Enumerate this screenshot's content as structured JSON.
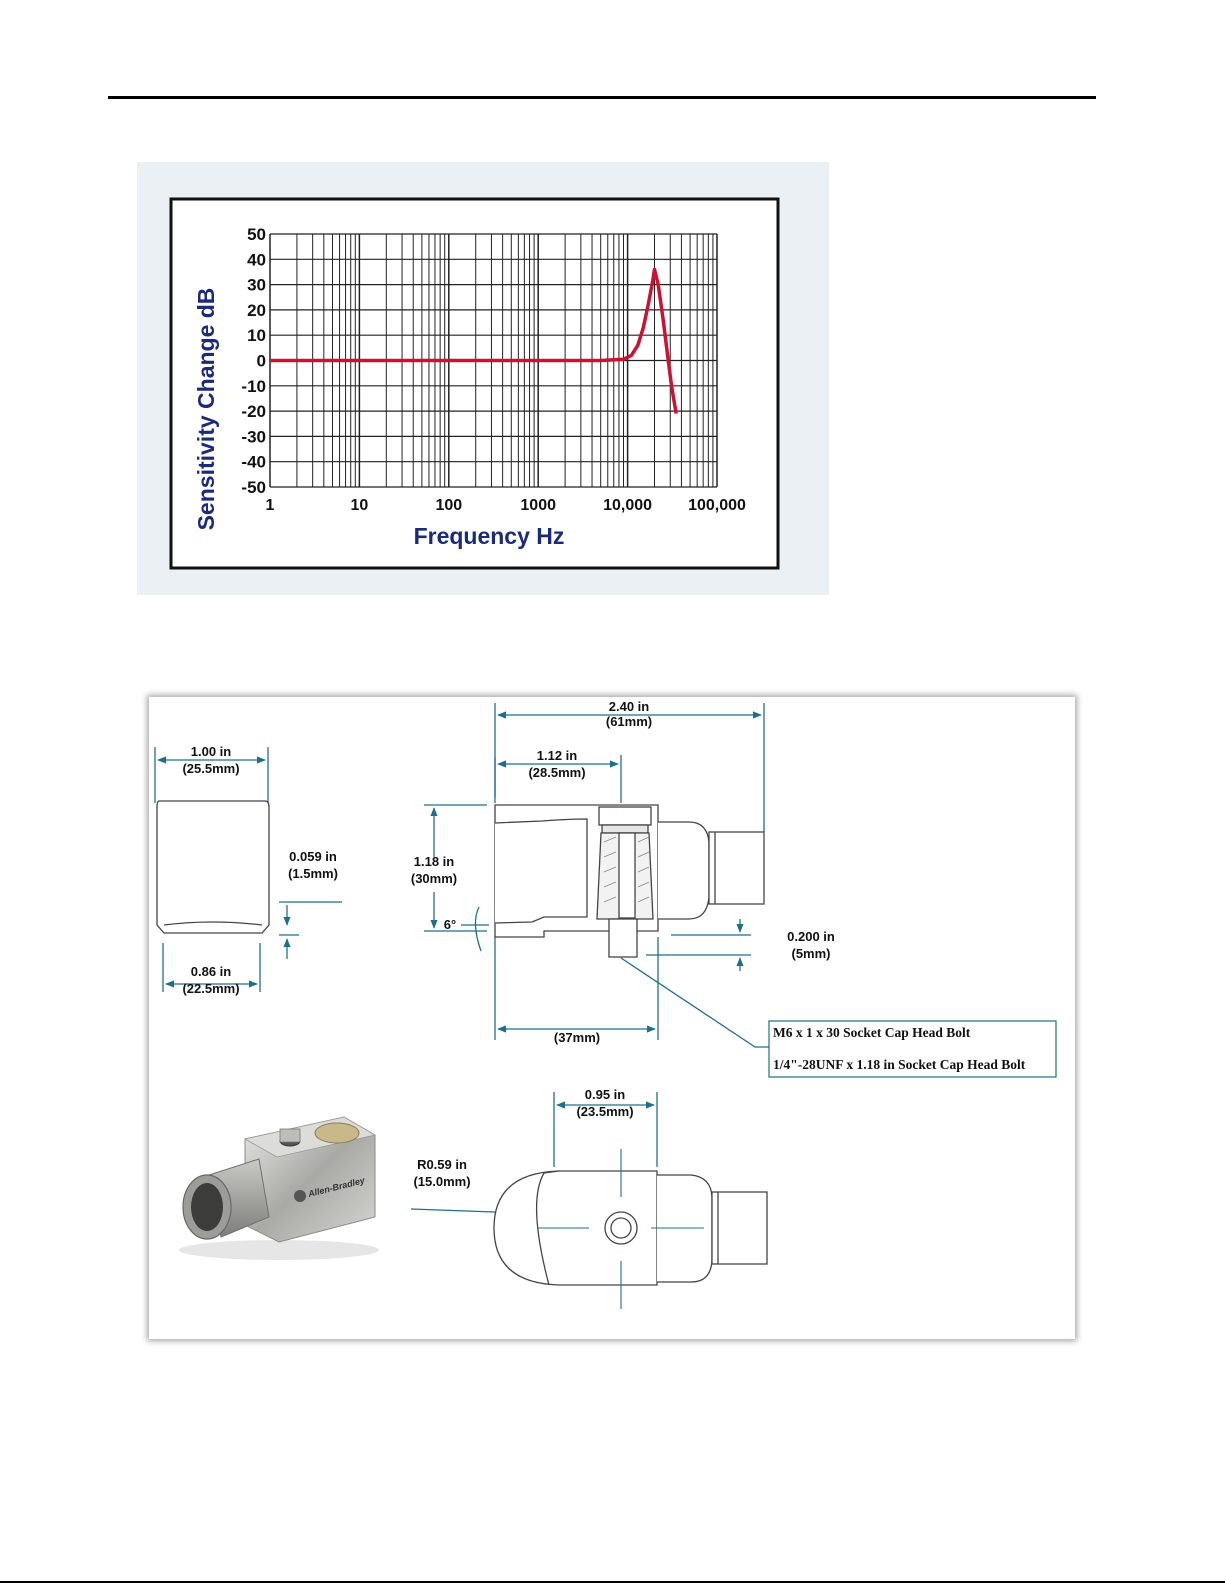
{
  "chart_data": {
    "type": "line",
    "xscale": "log",
    "ylabel": "Sensitivity Change dB",
    "xlabel": "Frequency Hz",
    "xlim": [
      1,
      100000
    ],
    "ylim": [
      -50,
      50
    ],
    "grid": true,
    "x_ticks": [
      "1",
      "10",
      "100",
      "1000",
      "10,000",
      "100,000"
    ],
    "y_ticks": [
      "50",
      "40",
      "30",
      "20",
      "10",
      "0",
      "-10",
      "-20",
      "-30",
      "-40",
      "-50"
    ],
    "series": [
      {
        "color": "#cc1133",
        "x": [
          1,
          5000,
          9000,
          11000,
          13000,
          15000,
          17000,
          19000,
          20000,
          22000,
          25000,
          28000,
          31000,
          35000
        ],
        "y": [
          0,
          0,
          0.5,
          2,
          6,
          13,
          22,
          31,
          36,
          30,
          16,
          2,
          -10,
          -21
        ]
      }
    ]
  },
  "drawing": {
    "dim_overall_in": "2.40 in",
    "dim_overall_mm": "(61mm)",
    "dim_width_in": "1.00 in",
    "dim_width_mm": "(25.5mm)",
    "dim_half_in": "1.12 in",
    "dim_half_mm": "(28.5mm)",
    "dim_height_in": "1.18 in",
    "dim_height_mm": "(30mm)",
    "dim_lip_in": "0.059 in",
    "dim_lip_mm": "(1.5mm)",
    "dim_base_in": "0.86 in",
    "dim_base_mm": "(22.5mm)",
    "dim_angle": "6°",
    "dim_bolt_in": "0.200 in",
    "dim_bolt_mm": "(5mm)",
    "dim_body_mm": "(37mm)",
    "bolt_metric": "M6 x 1 x 30 Socket Cap Head Bolt",
    "bolt_imperial": "1/4\"-28UNF x 1.18 in Socket Cap Head Bolt",
    "dim_center_in": "0.95 in",
    "dim_center_mm": "(23.5mm)",
    "dim_radius_in": "R0.59 in",
    "dim_radius_mm": "(15.0mm)",
    "photo_brand": "Allen-Bradley"
  }
}
